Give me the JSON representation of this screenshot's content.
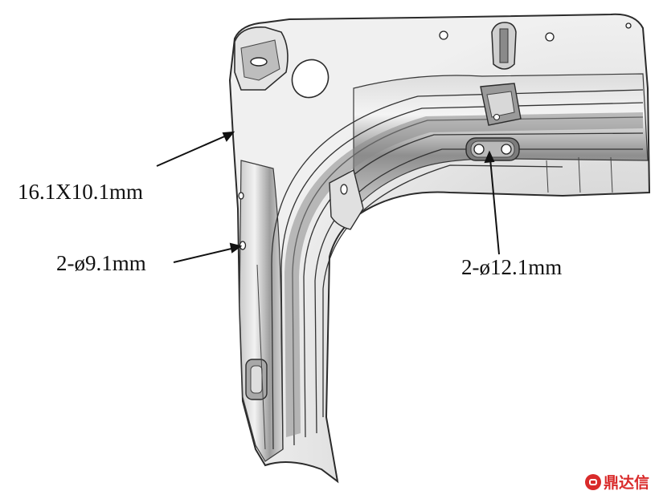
{
  "callouts": {
    "slot_size": "16.1X10.1mm",
    "small_holes": "2-ø9.1mm",
    "large_holes": "2-ø12.1mm"
  },
  "watermark": {
    "text": "鼎达信",
    "color": "#d92b2b"
  },
  "colors": {
    "panel_light": "#e6e6e6",
    "panel_mid": "#b5b5b5",
    "panel_dark": "#6e6e6e",
    "edge": "#2b2b2b",
    "text": "#111111"
  }
}
